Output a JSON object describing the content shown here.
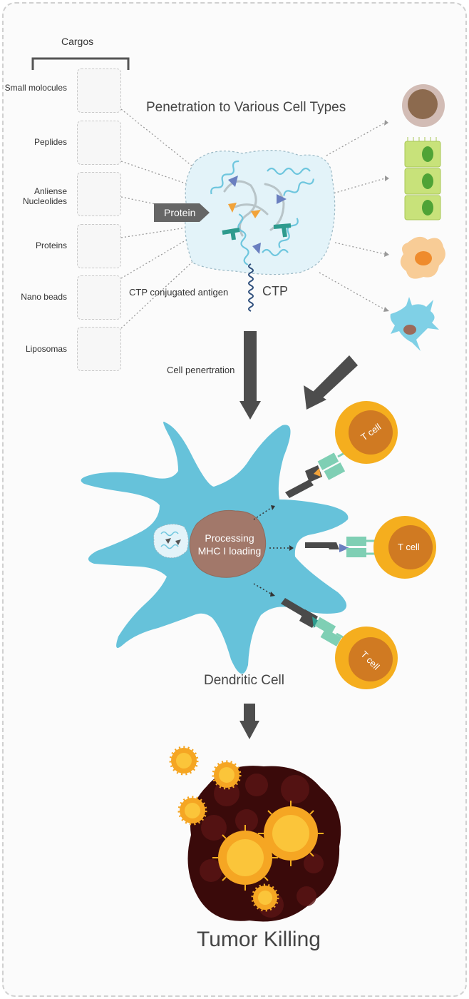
{
  "cargos": {
    "title": "Cargos",
    "items": [
      {
        "label": "Small molocules"
      },
      {
        "label": "Peplides"
      },
      {
        "label": "Anliense Nucleolides"
      },
      {
        "label": "Proteins"
      },
      {
        "label": "Nano beads"
      },
      {
        "label": "Liposomas"
      }
    ]
  },
  "penetration_title": "Penetration to Various Cell Types",
  "protein_label": "Protein",
  "ctp_label": "CTP",
  "ctp_conjugated_label": "CTP conjugated antigen",
  "cell_penetration_label": "Cell penertration",
  "processing_label": "Processing MHC I loading",
  "tcell_label": "T cell",
  "dendritic_label": "Dendritic Cell",
  "tumor_label": "Tumor Killing",
  "colors": {
    "dendritic": "#66c2da",
    "tcell_outer": "#f5ae1e",
    "tcell_inner": "#d07a22",
    "nucleus": "#a2786a",
    "tumor": "#3a0a0a",
    "arrow": "#4a4a4a",
    "receptor": "#7fcfb4"
  }
}
